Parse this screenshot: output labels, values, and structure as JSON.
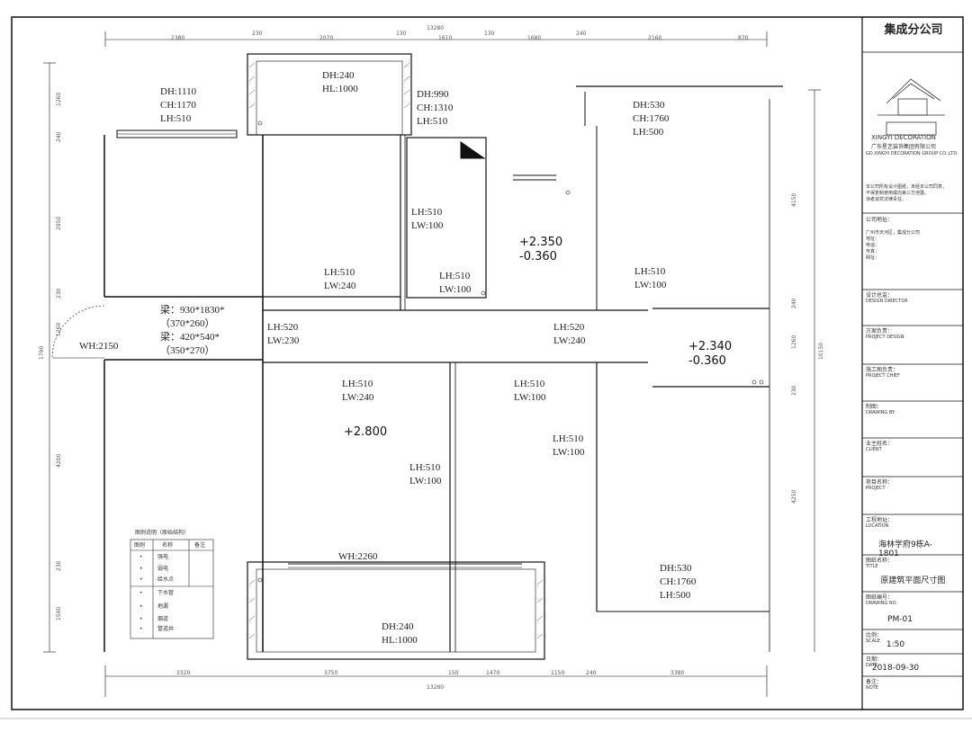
{
  "title_block": {
    "company_title": "集成分公司",
    "brand_en": "XINGYI DECORATION",
    "company_cn": "广东星艺装饰集团有限公司",
    "company_en": "GD.XINGYI DECORATION GROUP CO.,LTD.",
    "disclaimer": [
      "本公司所有设计图纸，未经本公司同意，",
      "不得复制使用或向第三方泄露，",
      "违者追究法律责任。"
    ],
    "address_head": "公司地址：",
    "address_lines": [
      "广州市天河区，集成分公司",
      "地址：",
      "电话：",
      "传真：",
      "网址："
    ],
    "fields": [
      {
        "label": "设计总监：",
        "sub": "DESIGN DIRECTOR",
        "value": ""
      },
      {
        "label": "方案负责：",
        "sub": "PROJECT DESIGN",
        "value": ""
      },
      {
        "label": "施工图负责：",
        "sub": "PROJECT CHIEF",
        "value": ""
      },
      {
        "label": "制图：",
        "sub": "DRAWING BY",
        "value": ""
      },
      {
        "label": "业主姓名：",
        "sub": "CLIENT",
        "value": ""
      },
      {
        "label": "项目名称：",
        "sub": "PROJECT",
        "value": ""
      },
      {
        "label": "工程地址：",
        "sub": "LOCATION",
        "value": "海林学府9栋A-1801"
      },
      {
        "label": "图纸名称：",
        "sub": "TITLE",
        "value": "原建筑平面尺寸图"
      },
      {
        "label": "图纸编号：",
        "sub": "DRAWING NO.",
        "value": "PM-01"
      },
      {
        "label": "比例：",
        "sub": "SCALE",
        "value": "1:50"
      },
      {
        "label": "日期：",
        "sub": "DATE",
        "value": "2018-09-30"
      },
      {
        "label": "备注：",
        "sub": "NOTE",
        "value": ""
      }
    ]
  },
  "dims_top": [
    "2380",
    "230",
    "2070",
    "130",
    "13280",
    "1610",
    "130",
    "1680",
    "240",
    "2160",
    "870"
  ],
  "dims_bottom": [
    "3320",
    "3750",
    "150",
    "1470",
    "1150",
    "240",
    "3380",
    "13280"
  ],
  "dims_left": [
    "1260",
    "240",
    "2950",
    "230",
    "1260",
    "1790",
    "4200",
    "230",
    "1590"
  ],
  "dims_right": [
    "4150",
    "240",
    "1260",
    "230",
    "4250",
    "10150"
  ],
  "room_labels": [
    {
      "lines": [
        "DH:1110",
        "CH:1170",
        "LH:510"
      ]
    },
    {
      "lines": [
        "DH:240",
        "HL:1000"
      ]
    },
    {
      "lines": [
        "DH:990",
        "CH:1310",
        "LH:510"
      ]
    },
    {
      "lines": [
        "DH:530",
        "CH:1760",
        "LH:500"
      ]
    },
    {
      "lines": [
        "LH:510",
        "LW:100"
      ]
    },
    {
      "lines": [
        "LH:510",
        "LW:240"
      ]
    },
    {
      "lines": [
        "LH:510",
        "LW:100"
      ]
    },
    {
      "lines": [
        "LH:510",
        "LW:100"
      ]
    },
    {
      "lines": [
        "梁：930*1830*",
        "（370*260）",
        "梁：420*540*",
        "（350*270）"
      ]
    },
    {
      "lines": [
        "WH:2150"
      ]
    },
    {
      "lines": [
        "LH:520",
        "LW:230"
      ]
    },
    {
      "lines": [
        "LH:520",
        "LW:240"
      ]
    },
    {
      "lines": [
        "LH:510",
        "LW:240"
      ]
    },
    {
      "lines": [
        "LH:510",
        "LW:100"
      ]
    },
    {
      "lines": [
        "LH:510",
        "LW:100"
      ]
    },
    {
      "lines": [
        "LH:510",
        "LW:100"
      ]
    },
    {
      "lines": [
        "WH:2260"
      ]
    },
    {
      "lines": [
        "DH:530",
        "CH:1760",
        "LH:500"
      ]
    },
    {
      "lines": [
        "DH:240",
        "HL:1000"
      ]
    }
  ],
  "elevations": [
    {
      "lines": [
        "+2.350",
        "-0.360"
      ]
    },
    {
      "lines": [
        "+2.340",
        "-0.360"
      ]
    },
    {
      "lines": [
        "+2.800"
      ]
    }
  ],
  "legend": {
    "title": "图例说明（原始结构）",
    "headers": [
      "图例",
      "名称",
      "备注"
    ],
    "rows": [
      {
        "name": "强电"
      },
      {
        "name": "弱电"
      },
      {
        "name": "给水点"
      },
      {
        "name": "下水管"
      },
      {
        "name": "地漏"
      },
      {
        "name": "烟道"
      },
      {
        "name": "管道井"
      }
    ]
  }
}
